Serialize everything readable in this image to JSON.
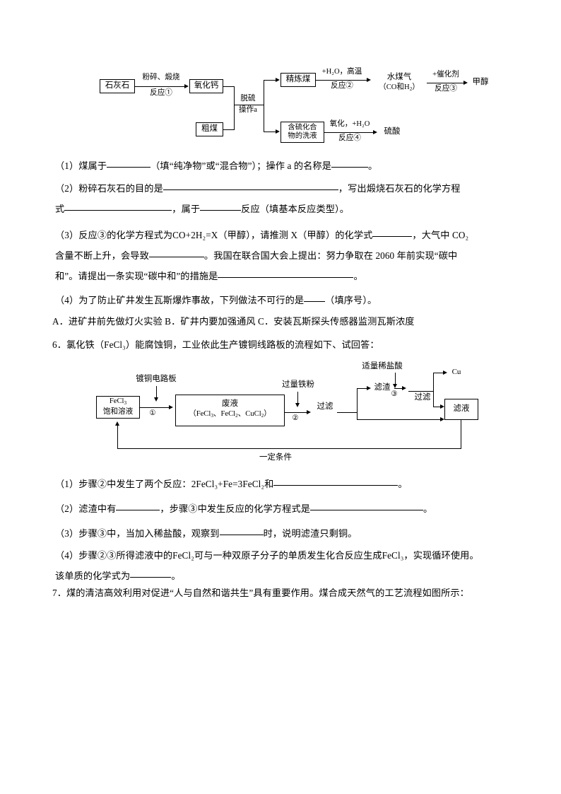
{
  "diagram1": {
    "nodes": {
      "limestone": "石灰石",
      "calcium_oxide": "氧化钙",
      "raw_coal": "粗煤",
      "refined_coal": "精炼煤",
      "sulfur_wash": "含硫化合\n物的洗液",
      "water_gas": "水煤气\n（CO和H₂）",
      "methanol": "甲醇",
      "sulfuric_acid": "硫酸"
    },
    "labels": {
      "crush_calcine": "粉碎、煅烧",
      "reaction1": "反应①",
      "desulfurization": "脱硫",
      "operation_a": "操作a",
      "water_high_temp": "+H₂O，高温",
      "reaction2": "反应②",
      "catalyst": "+催化剂",
      "reaction3": "反应③",
      "oxidation_water": "氧化，+H₂O",
      "reaction4": "反应④"
    }
  },
  "questions5": {
    "q1": {
      "prefix": "（1）煤属于",
      "mid": "（填“纯净物”或“混合物”）；操作 a 的名称是",
      "suffix": "。"
    },
    "q2": {
      "line1_prefix": "（2）粉碎石灰石的目的是",
      "line1_suffix": "，写出煅烧石灰石的化学方程",
      "line2_prefix": "式",
      "line2_mid": "，属于",
      "line2_suffix": "反应（填基本反应类型）。"
    },
    "q3": {
      "line1_prefix": "（3）反应③的化学方程式为",
      "line1_equation": "CO+2H₂=X（甲醇），请推测 X（甲醇）的化学式",
      "line1_suffix": "，大气中 CO₂",
      "line2_prefix": "含量不断上升，会导致",
      "line2_suffix": "。我国在联合国大会上提出：努力争取在 2060 年前实现“碳中",
      "line3_prefix": "和”。请提出一条实现“碳中和”的措施是",
      "line3_suffix": "。"
    },
    "q4": {
      "line1_prefix": "（4）为了防止矿井发生瓦斯爆炸事故，下列做法不可行的是",
      "line1_suffix": "（填序号）。",
      "options": "A．进矿井前先做灯火实验 B．矿井内要加强通风 C．安装瓦斯探头传感器监测瓦斯浓度"
    }
  },
  "question6_stem": "6．氯化铁（FeCl₃）能腐蚀铜，工业依此生产镀铜线路板的流程如下、试回答：",
  "diagram2": {
    "nodes": {
      "fecl3_solution": "FeCl₃\n饱和溶液",
      "waste_liquid_title": "废液",
      "waste_liquid_sub": "（FeCl₃、FeCl₂、CuCl₂）",
      "filtrate": "滤液"
    },
    "labels": {
      "copper_board": "镀铜电路板",
      "step1": "①",
      "excess_iron_powder": "过量铁粉",
      "step2": "②",
      "filter_a": "过滤",
      "filter_residue": "滤渣",
      "dilute_hcl": "适量稀盐酸",
      "step3": "③",
      "filter_b": "过滤",
      "copper": "Cu",
      "certain_conditions": "一定条件"
    }
  },
  "questions6": {
    "q1": {
      "prefix": "（1）步骤②中发生了两个反应：",
      "equation": "2FeCl₃+Fe=3FeCl₂",
      "mid": "和",
      "suffix": "。"
    },
    "q2": {
      "prefix": "（2）滤渣中有",
      "mid": "，步骤③中发生反应的化学方程式是",
      "suffix": "。"
    },
    "q3": {
      "prefix": "（3）步骤③中，当加入稀盐酸，观察到",
      "suffix": "时，说明滤渣只剩铜。"
    },
    "q4": {
      "line1_prefix": "（4）步骤②③所得滤液中的",
      "line1_formula1": "FeCl₂",
      "line1_mid": "可与一种双原子分子的单质发生化合反应生成",
      "line1_formula2": "FeCl₃",
      "line1_suffix": "，实现循环使用。",
      "line2_prefix": "该单质的化学式为",
      "line2_suffix": "。"
    }
  },
  "question7_stem": "7．煤的清洁高效利用对促进“人与自然和谐共生”具有重要作用。煤合成天然气的工艺流程如图所示："
}
